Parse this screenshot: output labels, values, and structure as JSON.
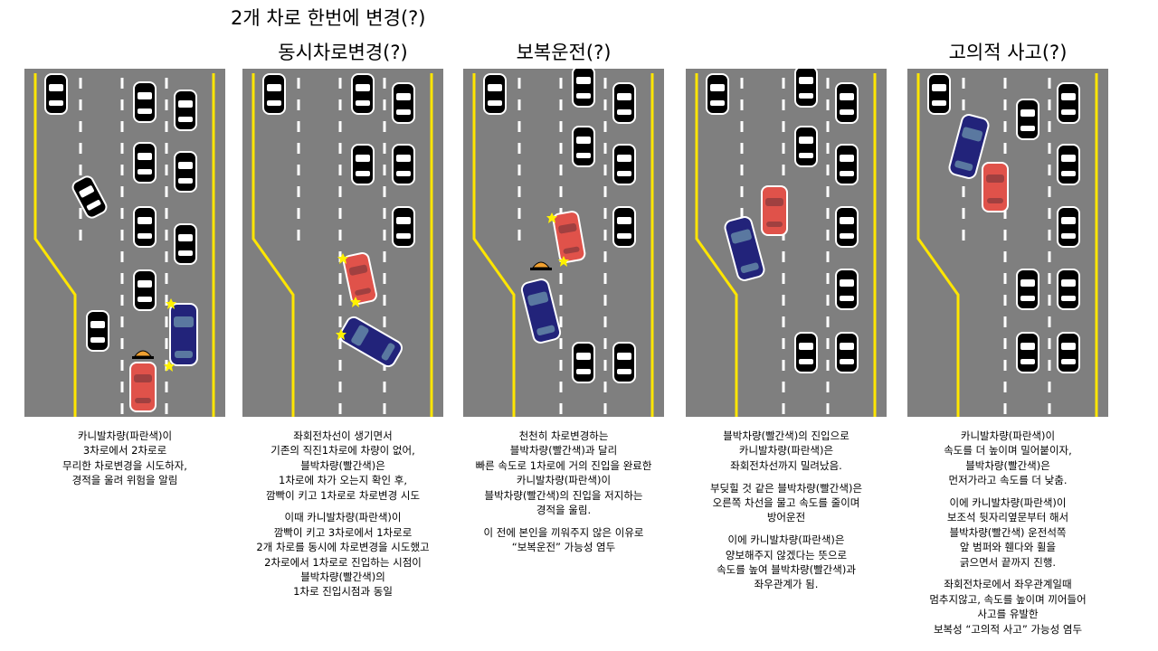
{
  "top_title": "2개 차로 한번에 변경(?)",
  "panels": [
    {
      "title": "",
      "description": [
        [
          "카니발차량(파란색)이",
          "3차로에서 2차로로",
          "무리한 차로변경을 시도하자,",
          "경적을 울려 위험을 알림"
        ]
      ]
    },
    {
      "title": "동시차로변경(?)",
      "description": [
        [
          "좌회전차선이 생기면서",
          "기존의 직진1차로에 차량이 없어,",
          "블박차량(빨간색)은",
          "1차로에 차가 오는지 확인 후,",
          "깜빡이 키고 1차로로 차로변경 시도"
        ],
        [
          "이때 카니발차량(파란색)이",
          "깜빡이 키고 3차로에서 1차로로",
          "2개 차로를 동시에 차로변경을 시도했고",
          "2차로에서 1차로로 진입하는 시점이",
          "블박차량(빨간색)의",
          "1차로 진입시점과 동일"
        ]
      ]
    },
    {
      "title": "보복운전(?)",
      "description": [
        [
          "천천히 차로변경하는",
          "블박차량(빨간색)과 달리",
          "빠른 속도로 1차로에 거의 진입을 완료한",
          "카니발차량(파란색)이",
          "블박차량(빨간색)의 진입을 저지하는",
          "경적을 울림."
        ],
        [
          "이 전에 본인을 끼워주지 않은 이유로",
          "“보복운전” 가능성 염두"
        ]
      ]
    },
    {
      "title": "",
      "description": [
        [
          "블박차량(빨간색)의 진입으로",
          "카니발차량(파란색)은",
          "좌회전차선까지 밀려났음."
        ],
        [
          "부딪힐 것 같은 블박차량(빨간색)은",
          "오른쪽 차선을 물고 속도를 줄이며",
          "방어운전"
        ],
        [
          "이에 카니발차량(파란색)은",
          "양보해주지 않겠다는 뜻으로",
          "속도를 높여 블박차량(빨간색)과",
          "좌우관계가 됨."
        ]
      ]
    },
    {
      "title": "고의적 사고(?)",
      "description": [
        [
          "카니발차량(파란색)이",
          "속도를 더 높이며 밀어붙이자,",
          "블박차량(빨간색)은",
          "먼저가라고 속도를 더 낮춤."
        ],
        [
          "이에 카니발차량(파란색)이",
          "보조석 뒷자리옆문부터 해서",
          "블박차량(빨간색) 운전석쪽",
          "앞 범퍼와 휀다와 휠을",
          "긁으면서 끝까지 진행."
        ],
        [
          "좌회전차로에서 좌우관계일때",
          "멈추지않고, 속도를 높이며 끼어들어",
          "사고를 유발한",
          "보복성 “고의적 사고” 가능성 염두"
        ]
      ]
    }
  ],
  "colors": {
    "road": "#7f7f7f",
    "yellow_line": "#ffe600",
    "lane_dash": "#ffffff",
    "black_car": "#000000",
    "red_car": "#e0524a",
    "blue_car": "#22237a",
    "flash": "#fff200"
  }
}
